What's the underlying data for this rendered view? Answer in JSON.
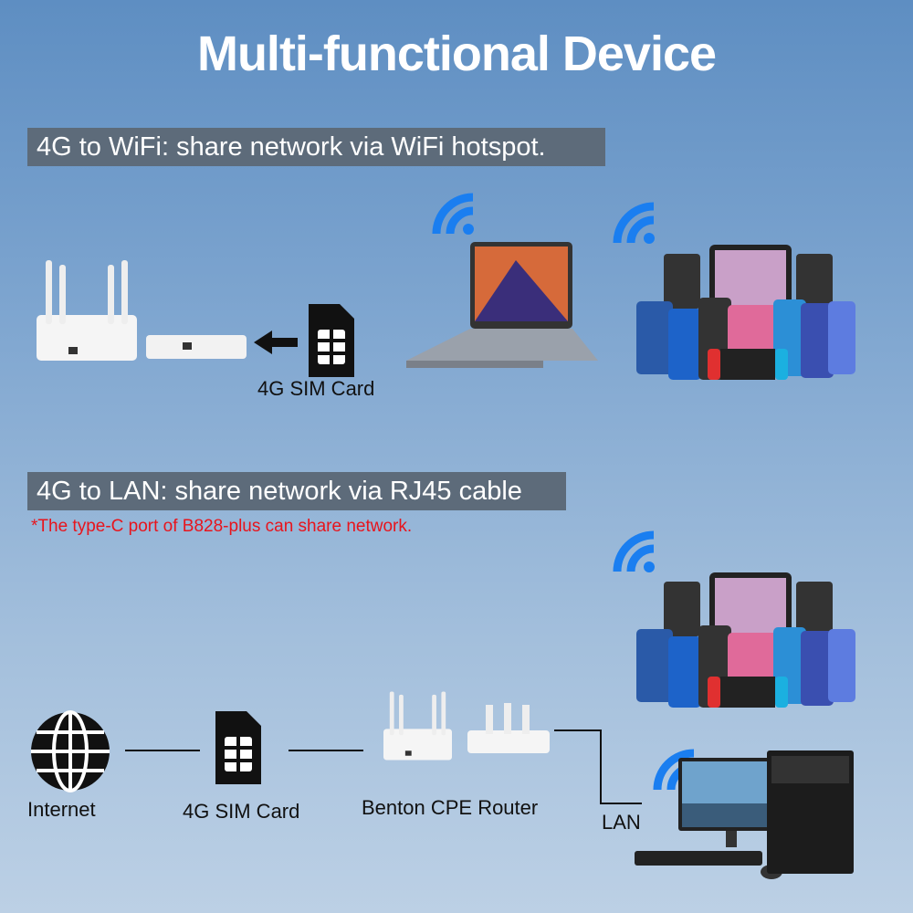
{
  "title": "Multi-functional Device",
  "section1": {
    "heading": "4G to WiFi: share network via WiFi hotspot.",
    "sim_label": "4G SIM Card"
  },
  "section2": {
    "heading": "4G to LAN: share network via RJ45 cable",
    "note": "*The type-C port of B828-plus can share network.",
    "labels": {
      "internet": "Internet",
      "sim": "4G SIM Card",
      "router": "Benton CPE Router",
      "lan": "LAN"
    }
  },
  "colors": {
    "wifi": "#1a7ef0",
    "band": "#5d6b7a",
    "note": "#e8141c"
  }
}
